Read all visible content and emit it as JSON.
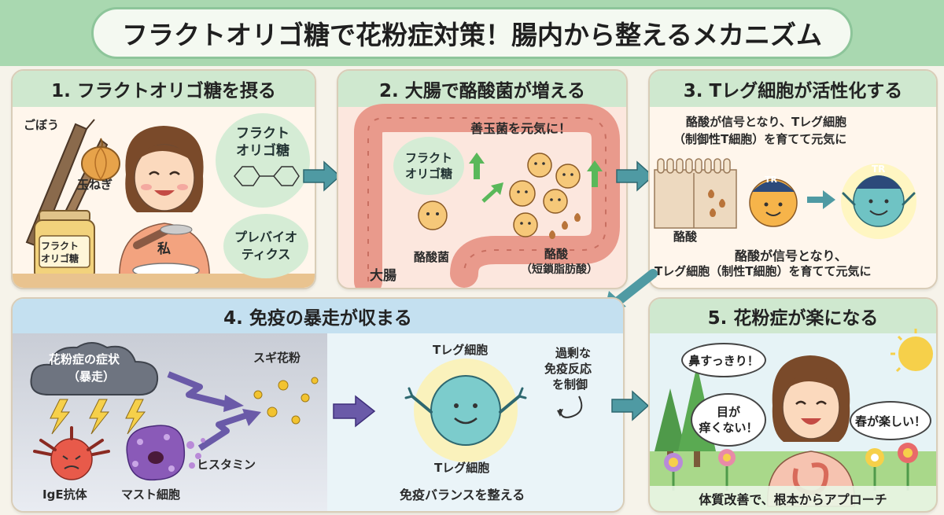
{
  "title": "フラクトオリゴ糖で花粉症対策！腸内から整えるメカニズム",
  "panel1": {
    "header": "1. フラクトオリゴ糖を摂る",
    "burdock": "ごぼう",
    "onion": "玉ねぎ",
    "jar_label_1": "フラクト",
    "jar_label_2": "オリゴ糖",
    "person": "私",
    "bubble_fos_1": "フラクト",
    "bubble_fos_2": "オリゴ糖",
    "bubble_prebiotics_1": "プレバイオ",
    "bubble_prebiotics_2": "ティクス"
  },
  "panel2": {
    "header": "2. 大腸で酪酸菌が増える",
    "top_text": "善玉菌を元気に！",
    "fos_1": "フラクト",
    "fos_2": "オリゴ糖",
    "bacteria": "酪酸菌",
    "butyrate_1": "酪酸",
    "butyrate_2": "（短鎖脂肪酸）",
    "colon": "大腸"
  },
  "panel3": {
    "header": "3. Tレグ細胞が活性化する",
    "desc_1": "酪酸が信号となり、Tレグ細胞",
    "desc_2": "（制御性T細胞）を育てて元気に",
    "butyrate": "酪酸",
    "tr_badge_1": "TR",
    "tr_badge_2": "TR",
    "bottom_1": "酪酸が信号となり、",
    "bottom_2": "Tレグ細胞（制性T細胞）を育てて元気に"
  },
  "panel4": {
    "header": "4. 免疫の暴走が収まる",
    "cloud_1": "花粉症の症状",
    "cloud_2": "（暴走）",
    "pollen": "スギ花粉",
    "ige": "IgE抗体",
    "mast": "マスト細胞",
    "histamine": "ヒスタミン",
    "treg_top": "Tレグ細胞",
    "treg_bottom": "Tレグ細胞",
    "suppress_1": "過剰な",
    "suppress_2": "免疫反応",
    "suppress_3": "を制御",
    "balance": "免疫バランスを整える"
  },
  "panel5": {
    "header": "5. 花粉症が楽になる",
    "nose": "鼻すっきり！",
    "eyes_1": "目が",
    "eyes_2": "痒くない！",
    "spring": "春が楽しい！",
    "footer": "体質改善で、根本からアプローチ"
  },
  "colors": {
    "title_band": "#a9d8b0",
    "panel_header_green": "#cfe8cf",
    "panel_header_blue": "#c4e0f0",
    "arrow": "#4f9aa3",
    "growth_arrow": "#59b85a"
  }
}
